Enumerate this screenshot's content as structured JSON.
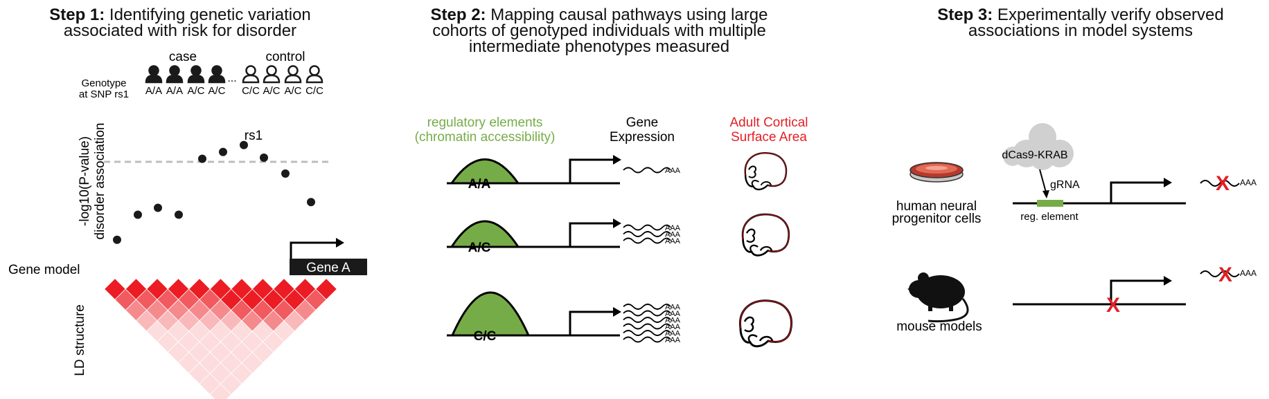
{
  "step1": {
    "title_bold": "Step 1:",
    "title_line1": " Identifying genetic variation",
    "title_line2": "associated with risk for disorder",
    "case_label": "case",
    "control_label": "control",
    "genotype_label_line1": "Genotype",
    "genotype_label_line2": "at SNP rs1",
    "ellipsis": "...",
    "genotypes": [
      "A/A",
      "A/A",
      "A/C",
      "A/C",
      "C/C",
      "A/C",
      "A/C",
      "C/C"
    ],
    "ylabel_line1": "-log10(P-value)",
    "ylabel_line2": "disorder association",
    "snp_label": "rs1",
    "gene_model_label": "Gene model",
    "gene_name": "Gene A",
    "ld_label": "LD structure",
    "association_values": [
      0.05,
      0.27,
      0.33,
      0.27,
      0.76,
      0.82,
      0.88,
      0.77,
      0.63,
      0.38
    ],
    "significance_threshold": 0.74,
    "ld_colors": [
      "#ec1c24",
      "#f15a5f",
      "#f58a8d",
      "#f9b9bb",
      "#fcdcdd"
    ]
  },
  "step2": {
    "title_bold": "Step 2:",
    "title_line1": " Mapping causal pathways using large",
    "title_line2": "cohorts of genotyped individuals with multiple",
    "title_line3": "intermediate phenotypes measured",
    "reg_label_line1": "regulatory elements",
    "reg_label_line2": "(chromatin accessibility)",
    "expr_label_line1": "Gene",
    "expr_label_line2": "Expression",
    "surface_label_line1": "Adult Cortical",
    "surface_label_line2": "Surface Area",
    "rows": [
      {
        "genotype": "A/A",
        "accessibility": 0.45,
        "transcript_count": 1,
        "brain_size": 0.8
      },
      {
        "genotype": "A/C",
        "accessibility": 0.5,
        "transcript_count": 3,
        "brain_size": 0.9
      },
      {
        "genotype": "C/C",
        "accessibility": 1.0,
        "transcript_count": 6,
        "brain_size": 1.0
      }
    ],
    "polyA": "AAA",
    "green": "#76ac47",
    "red": "#e31e24"
  },
  "step3": {
    "title_bold": "Step 3:",
    "title_line1": " Experimentally verify observed",
    "title_line2": "associations in model systems",
    "dcas_label": "dCas9-KRAB",
    "grna_label": "gRNA",
    "reg_element_label": "reg. element",
    "cells_label_line1": "human neural",
    "cells_label_line2": "progenitor cells",
    "mouse_label": "mouse models",
    "polyA": "AAA",
    "x_mark": "X"
  }
}
